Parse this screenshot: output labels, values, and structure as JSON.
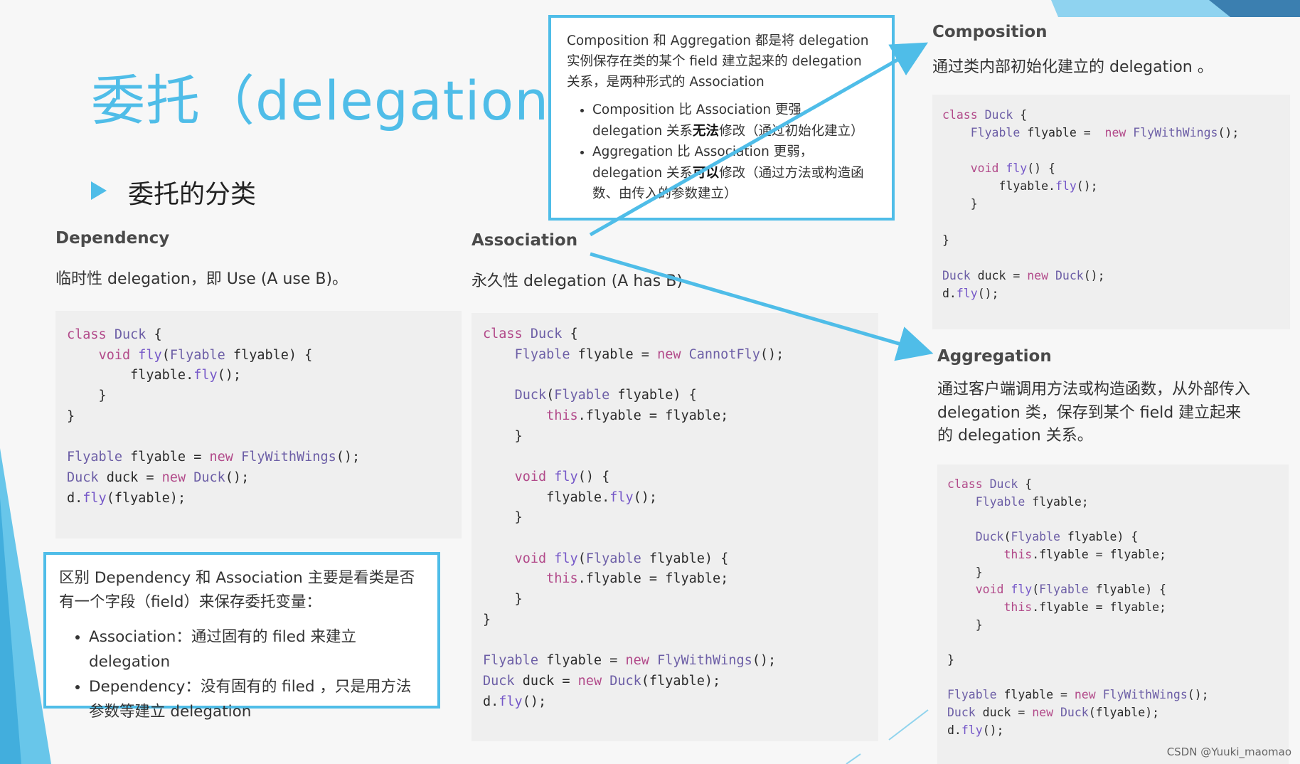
{
  "slide": {
    "title": "委托（delegation）",
    "subtitle": "委托的分类"
  },
  "dependency": {
    "heading": "Dependency",
    "desc": "临时性 delegation，即 Use (A use B)。",
    "code": [
      [
        {
          "t": "class ",
          "c": "kw"
        },
        {
          "t": "Duck",
          "c": "ty"
        },
        {
          "t": " {"
        }
      ],
      [
        {
          "t": "    "
        },
        {
          "t": "void ",
          "c": "kw"
        },
        {
          "t": "fly",
          "c": "fn"
        },
        {
          "t": "("
        },
        {
          "t": "Flyable",
          "c": "ty"
        },
        {
          "t": " flyable) {"
        }
      ],
      [
        {
          "t": "        flyable."
        },
        {
          "t": "fly",
          "c": "fn"
        },
        {
          "t": "();"
        }
      ],
      [
        {
          "t": "    }"
        }
      ],
      [
        {
          "t": "}"
        }
      ],
      [
        {
          "t": ""
        }
      ],
      [
        {
          "t": "Flyable",
          "c": "ty"
        },
        {
          "t": " flyable = "
        },
        {
          "t": "new ",
          "c": "kw"
        },
        {
          "t": "FlyWithWings",
          "c": "ty"
        },
        {
          "t": "();"
        }
      ],
      [
        {
          "t": "Duck",
          "c": "ty"
        },
        {
          "t": " duck = "
        },
        {
          "t": "new ",
          "c": "kw"
        },
        {
          "t": "Duck",
          "c": "ty"
        },
        {
          "t": "();"
        }
      ],
      [
        {
          "t": "d."
        },
        {
          "t": "fly",
          "c": "fn"
        },
        {
          "t": "(flyable);"
        }
      ]
    ]
  },
  "association": {
    "heading": "Association",
    "desc": "永久性 delegation (A has B)",
    "code": [
      [
        {
          "t": "class ",
          "c": "kw"
        },
        {
          "t": "Duck",
          "c": "ty"
        },
        {
          "t": " {"
        }
      ],
      [
        {
          "t": "    "
        },
        {
          "t": "Flyable",
          "c": "ty"
        },
        {
          "t": " flyable = "
        },
        {
          "t": "new ",
          "c": "kw"
        },
        {
          "t": "CannotFly",
          "c": "ty"
        },
        {
          "t": "();"
        }
      ],
      [
        {
          "t": ""
        }
      ],
      [
        {
          "t": "    "
        },
        {
          "t": "Duck",
          "c": "ty"
        },
        {
          "t": "("
        },
        {
          "t": "Flyable",
          "c": "ty"
        },
        {
          "t": " flyable) {"
        }
      ],
      [
        {
          "t": "        "
        },
        {
          "t": "this",
          "c": "thisw"
        },
        {
          "t": ".flyable = flyable;"
        }
      ],
      [
        {
          "t": "    }"
        }
      ],
      [
        {
          "t": ""
        }
      ],
      [
        {
          "t": "    "
        },
        {
          "t": "void ",
          "c": "kw"
        },
        {
          "t": "fly",
          "c": "fn"
        },
        {
          "t": "() {"
        }
      ],
      [
        {
          "t": "        flyable."
        },
        {
          "t": "fly",
          "c": "fn"
        },
        {
          "t": "();"
        }
      ],
      [
        {
          "t": "    }"
        }
      ],
      [
        {
          "t": ""
        }
      ],
      [
        {
          "t": "    "
        },
        {
          "t": "void ",
          "c": "kw"
        },
        {
          "t": "fly",
          "c": "fn"
        },
        {
          "t": "("
        },
        {
          "t": "Flyable",
          "c": "ty"
        },
        {
          "t": " flyable) {"
        }
      ],
      [
        {
          "t": "        "
        },
        {
          "t": "this",
          "c": "thisw"
        },
        {
          "t": ".flyable = flyable;"
        }
      ],
      [
        {
          "t": "    }"
        }
      ],
      [
        {
          "t": "}"
        }
      ],
      [
        {
          "t": ""
        }
      ],
      [
        {
          "t": "Flyable",
          "c": "ty"
        },
        {
          "t": " flyable = "
        },
        {
          "t": "new ",
          "c": "kw"
        },
        {
          "t": "FlyWithWings",
          "c": "ty"
        },
        {
          "t": "();"
        }
      ],
      [
        {
          "t": "Duck",
          "c": "ty"
        },
        {
          "t": " duck = "
        },
        {
          "t": "new ",
          "c": "kw"
        },
        {
          "t": "Duck",
          "c": "ty"
        },
        {
          "t": "(flyable);"
        }
      ],
      [
        {
          "t": "d."
        },
        {
          "t": "fly",
          "c": "fn"
        },
        {
          "t": "();"
        }
      ]
    ]
  },
  "composition": {
    "heading": "Composition",
    "desc": "通过类内部初始化建立的 delegation 。",
    "code": [
      [
        {
          "t": "class ",
          "c": "kw"
        },
        {
          "t": "Duck",
          "c": "ty"
        },
        {
          "t": " {"
        }
      ],
      [
        {
          "t": "    "
        },
        {
          "t": "Flyable",
          "c": "ty"
        },
        {
          "t": " flyable =  "
        },
        {
          "t": "new ",
          "c": "kw"
        },
        {
          "t": "FlyWithWings",
          "c": "ty"
        },
        {
          "t": "();"
        }
      ],
      [
        {
          "t": ""
        }
      ],
      [
        {
          "t": "    "
        },
        {
          "t": "void ",
          "c": "kw"
        },
        {
          "t": "fly",
          "c": "fn"
        },
        {
          "t": "() {"
        }
      ],
      [
        {
          "t": "        flyable."
        },
        {
          "t": "fly",
          "c": "fn"
        },
        {
          "t": "();"
        }
      ],
      [
        {
          "t": "    }"
        }
      ],
      [
        {
          "t": ""
        }
      ],
      [
        {
          "t": "}"
        }
      ],
      [
        {
          "t": ""
        }
      ],
      [
        {
          "t": "Duck",
          "c": "ty"
        },
        {
          "t": " duck = "
        },
        {
          "t": "new ",
          "c": "kw"
        },
        {
          "t": "Duck",
          "c": "ty"
        },
        {
          "t": "();"
        }
      ],
      [
        {
          "t": "d."
        },
        {
          "t": "fly",
          "c": "fn"
        },
        {
          "t": "();"
        }
      ]
    ]
  },
  "aggregation": {
    "heading": "Aggregation",
    "desc": "通过客户端调用方法或构造函数，从外部传入 delegation 类，保存到某个 field 建立起来的 delegation 关系。",
    "code": [
      [
        {
          "t": "class ",
          "c": "kw"
        },
        {
          "t": "Duck",
          "c": "ty"
        },
        {
          "t": " {"
        }
      ],
      [
        {
          "t": "    "
        },
        {
          "t": "Flyable",
          "c": "ty"
        },
        {
          "t": " flyable;"
        }
      ],
      [
        {
          "t": ""
        }
      ],
      [
        {
          "t": "    "
        },
        {
          "t": "Duck",
          "c": "ty"
        },
        {
          "t": "("
        },
        {
          "t": "Flyable",
          "c": "ty"
        },
        {
          "t": " flyable) {"
        }
      ],
      [
        {
          "t": "        "
        },
        {
          "t": "this",
          "c": "thisw"
        },
        {
          "t": ".flyable = flyable;"
        }
      ],
      [
        {
          "t": "    }"
        }
      ],
      [
        {
          "t": "    "
        },
        {
          "t": "void ",
          "c": "kw"
        },
        {
          "t": "fly",
          "c": "fn"
        },
        {
          "t": "("
        },
        {
          "t": "Flyable",
          "c": "ty"
        },
        {
          "t": " flyable) {"
        }
      ],
      [
        {
          "t": "        "
        },
        {
          "t": "this",
          "c": "thisw"
        },
        {
          "t": ".flyable = flyable;"
        }
      ],
      [
        {
          "t": "    }"
        }
      ],
      [
        {
          "t": ""
        }
      ],
      [
        {
          "t": "}"
        }
      ],
      [
        {
          "t": ""
        }
      ],
      [
        {
          "t": "Flyable",
          "c": "ty"
        },
        {
          "t": " flyable = "
        },
        {
          "t": "new ",
          "c": "kw"
        },
        {
          "t": "FlyWithWings",
          "c": "ty"
        },
        {
          "t": "();"
        }
      ],
      [
        {
          "t": "Duck",
          "c": "ty"
        },
        {
          "t": " duck = "
        },
        {
          "t": "new ",
          "c": "kw"
        },
        {
          "t": "Duck",
          "c": "ty"
        },
        {
          "t": "(flyable);"
        }
      ],
      [
        {
          "t": "d."
        },
        {
          "t": "fly",
          "c": "fn"
        },
        {
          "t": "();"
        }
      ]
    ]
  },
  "note_top": {
    "intro": "Composition 和 Aggregation 都是将 delegation 实例保存在类的某个 field 建立起来的 delegation 关系，是两种形式的 Association",
    "items": [
      [
        {
          "t": "Composition 比 Association 更强， delegation 关系"
        },
        {
          "t": "无法",
          "b": true
        },
        {
          "t": "修改（通过初始化建立）"
        }
      ],
      [
        {
          "t": "Aggregation 比 Association 更弱， delegation 关系"
        },
        {
          "t": "可以",
          "b": true
        },
        {
          "t": "修改（通过方法或构造函数、由传入的参数建立）"
        }
      ]
    ]
  },
  "note_bottom": {
    "intro": "区别 Dependency 和 Association 主要是看类是否有一个字段（field）来保存委托变量：",
    "items": [
      "Association：通过固有的 filed 来建立 delegation",
      "Dependency：没有固有的 filed ，只是用方法参数等建立 delegation"
    ]
  },
  "watermark": "CSDN @Yuuki_maomao",
  "colors": {
    "accent": "#4fbde8",
    "keyword": "#b24a8a",
    "type": "#6c5ea6",
    "code_bg": "#efefef"
  }
}
